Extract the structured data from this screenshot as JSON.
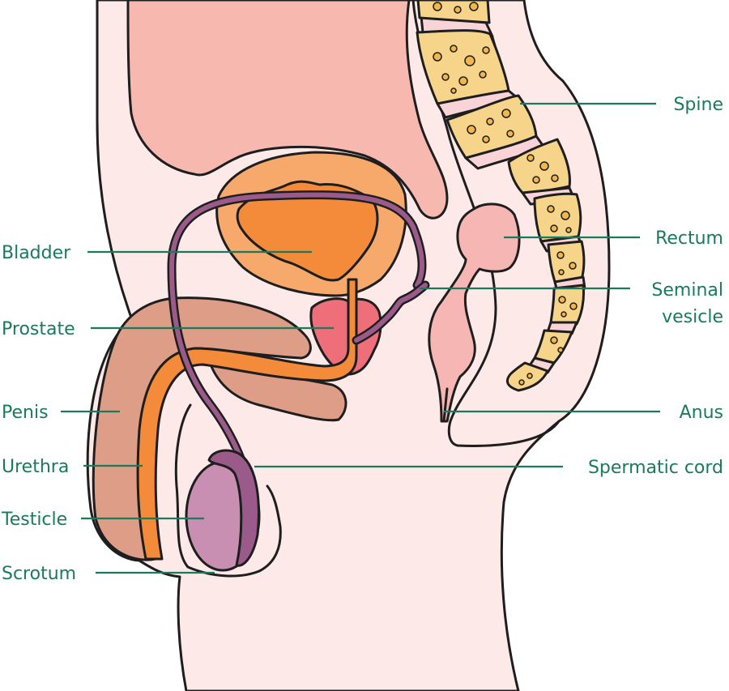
{
  "colors": {
    "label": "#1a7a5e",
    "outline": "#1e1e1e",
    "skin": "#fde9e7",
    "abdomen": "#f7b8b0",
    "bladder_wall": "#f6a96b",
    "bladder_inner": "#f38b3b",
    "prostate": "#ee6f7a",
    "penis": "#de9d86",
    "urethra": "#f38b3b",
    "vas": "#9a5a8a",
    "testicle": "#c98fb3",
    "rectum": "#f6b7b4",
    "spine_bone": "#f6d58b",
    "spine_disc": "#f8d4d8"
  },
  "labels": {
    "bladder": "Bladder",
    "prostate": "Prostate",
    "penis": "Penis",
    "urethra": "Urethra",
    "testicle": "Testicle",
    "scrotum": "Scrotum",
    "spine": "Spine",
    "rectum": "Rectum",
    "seminal_vesicle_1": "Seminal",
    "seminal_vesicle_2": "vesicle",
    "anus": "Anus",
    "spermatic_cord": "Spermatic cord"
  }
}
